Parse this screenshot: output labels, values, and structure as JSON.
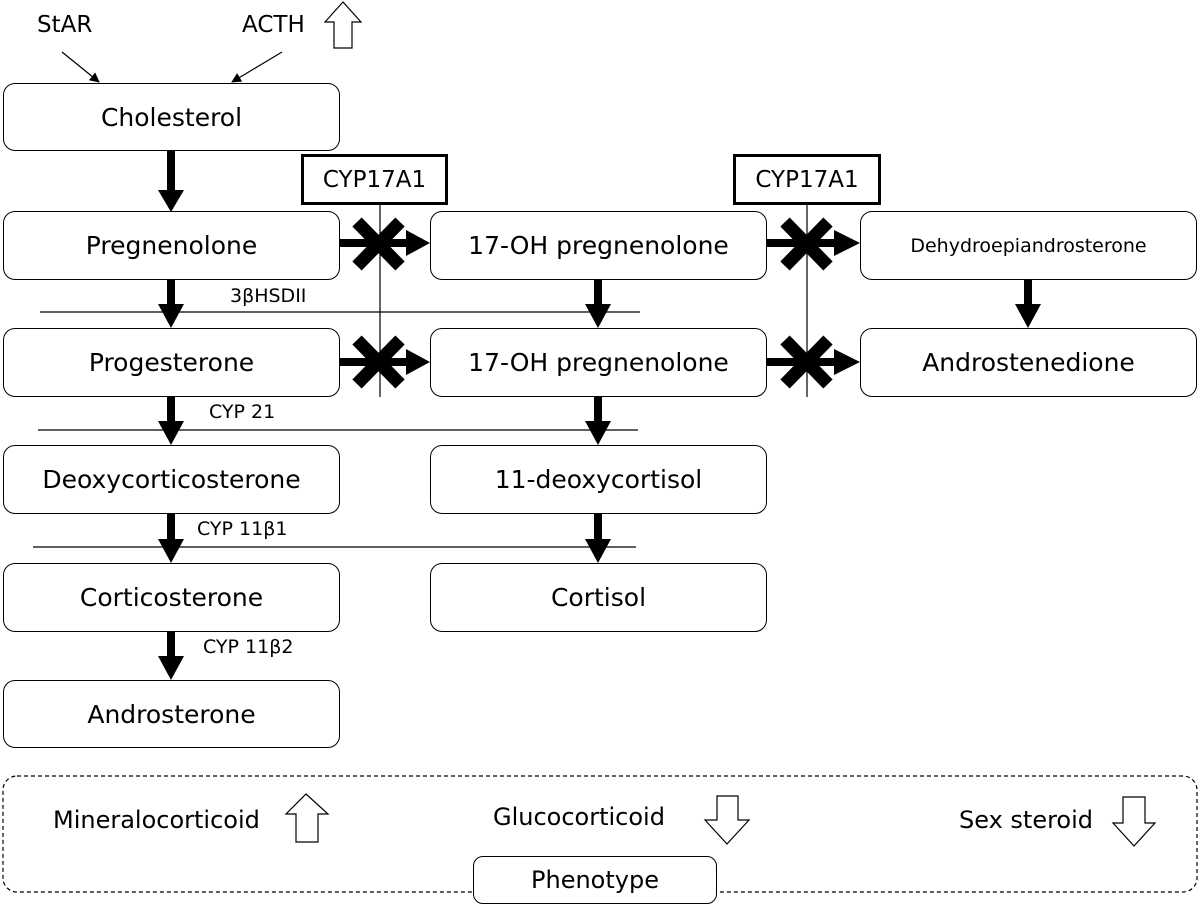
{
  "top": {
    "star": "StAR",
    "acth": "ACTH"
  },
  "nodes": {
    "cholesterol": "Cholesterol",
    "pregnenolone": "Pregnenolone",
    "oh_preg_1": "17-OH pregnenolone",
    "dhea": "Dehydroepiandrosterone",
    "progesterone": "Progesterone",
    "oh_preg_2": "17-OH pregnenolone",
    "androstenedione": "Androstenedione",
    "doc": "Deoxycorticosterone",
    "deoxycortisol": "11-deoxycortisol",
    "corticosterone": "Corticosterone",
    "cortisol": "Cortisol",
    "androsterone": "Androsterone"
  },
  "enzymes": {
    "cyp17a1_left": "CYP17A1",
    "cyp17a1_right": "CYP17A1",
    "hsd": "3βHSDII",
    "cyp21": "CYP 21",
    "cyp11b1": "CYP 11β1",
    "cyp11b2": "CYP 11β2"
  },
  "phenotype": {
    "title": "Phenotype",
    "mineralocorticoid": "Mineralocorticoid",
    "glucocorticoid": "Glucocorticoid",
    "sex_steroid": "Sex steroid"
  },
  "indicators": {
    "acth": "up-arrow-icon",
    "mineralocorticoid": "up-arrow-icon",
    "glucocorticoid": "down-arrow-icon",
    "sex_steroid": "down-arrow-icon"
  }
}
